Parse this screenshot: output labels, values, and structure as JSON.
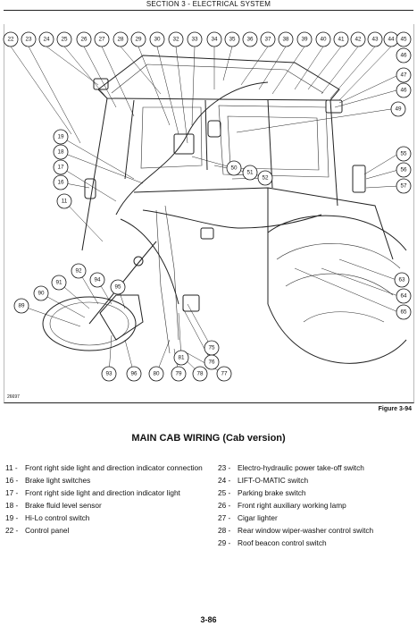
{
  "header": {
    "section_title": "SECTION 3 - ELECTRICAL SYSTEM"
  },
  "figure": {
    "drawing_code": "26697",
    "label": "Figure 3-94",
    "callouts": [
      {
        "id": "c22",
        "label": "22"
      },
      {
        "id": "c23",
        "label": "23"
      },
      {
        "id": "c24",
        "label": "24"
      },
      {
        "id": "c25",
        "label": "25"
      },
      {
        "id": "c26",
        "label": "26"
      },
      {
        "id": "c27",
        "label": "27"
      },
      {
        "id": "c28",
        "label": "28"
      },
      {
        "id": "c29",
        "label": "29"
      },
      {
        "id": "c30",
        "label": "30"
      },
      {
        "id": "c32",
        "label": "32"
      },
      {
        "id": "c33",
        "label": "33"
      },
      {
        "id": "c34",
        "label": "34"
      },
      {
        "id": "c35",
        "label": "35"
      },
      {
        "id": "c36",
        "label": "36"
      },
      {
        "id": "c37",
        "label": "37"
      },
      {
        "id": "c38",
        "label": "38"
      },
      {
        "id": "c39",
        "label": "39"
      },
      {
        "id": "c40",
        "label": "40"
      },
      {
        "id": "c41",
        "label": "41"
      },
      {
        "id": "c42",
        "label": "42"
      },
      {
        "id": "c43",
        "label": "43"
      },
      {
        "id": "c44",
        "label": "44"
      },
      {
        "id": "c45",
        "label": "45"
      },
      {
        "id": "c46a",
        "label": "46"
      },
      {
        "id": "c47",
        "label": "47"
      },
      {
        "id": "c46b",
        "label": "46"
      },
      {
        "id": "c49",
        "label": "49"
      },
      {
        "id": "c19",
        "label": "19"
      },
      {
        "id": "c18",
        "label": "18"
      },
      {
        "id": "c17",
        "label": "17"
      },
      {
        "id": "c16",
        "label": "16"
      },
      {
        "id": "c11",
        "label": "11"
      },
      {
        "id": "c50",
        "label": "50"
      },
      {
        "id": "c51",
        "label": "51"
      },
      {
        "id": "c52",
        "label": "52"
      },
      {
        "id": "c55",
        "label": "55"
      },
      {
        "id": "c56",
        "label": "56"
      },
      {
        "id": "c57",
        "label": "57"
      },
      {
        "id": "c63",
        "label": "63"
      },
      {
        "id": "c64",
        "label": "64"
      },
      {
        "id": "c65",
        "label": "65"
      },
      {
        "id": "c92",
        "label": "92"
      },
      {
        "id": "c91",
        "label": "91"
      },
      {
        "id": "c94",
        "label": "94"
      },
      {
        "id": "c95",
        "label": "95"
      },
      {
        "id": "c90",
        "label": "90"
      },
      {
        "id": "c89",
        "label": "89"
      },
      {
        "id": "c81",
        "label": "81"
      },
      {
        "id": "c75",
        "label": "75"
      },
      {
        "id": "c76",
        "label": "76"
      },
      {
        "id": "c93",
        "label": "93"
      },
      {
        "id": "c96",
        "label": "96"
      },
      {
        "id": "c80",
        "label": "80"
      },
      {
        "id": "c79",
        "label": "79"
      },
      {
        "id": "c78",
        "label": "78"
      },
      {
        "id": "c77",
        "label": "77"
      }
    ]
  },
  "caption": "MAIN CAB WIRING (Cab version)",
  "legend_left": [
    {
      "num": "11 -",
      "text": "Front right side light and direction indicator connection"
    },
    {
      "num": "16 -",
      "text": "Brake light switches"
    },
    {
      "num": "17 -",
      "text": "Front right side light and direction indicator light"
    },
    {
      "num": "18 -",
      "text": "Brake fluid level sensor"
    },
    {
      "num": "19 -",
      "text": "Hi-Lo control switch"
    },
    {
      "num": "22 -",
      "text": "Control panel"
    }
  ],
  "legend_right": [
    {
      "num": "23 -",
      "text": "Electro-hydraulic power take-off switch"
    },
    {
      "num": "24 -",
      "text": "LIFT-O-MATIC switch"
    },
    {
      "num": "25 -",
      "text": "Parking brake switch"
    },
    {
      "num": "26 -",
      "text": "Front right auxiliary working lamp"
    },
    {
      "num": "27 -",
      "text": "Cigar lighter"
    },
    {
      "num": "28 -",
      "text": "Rear window wiper-washer control switch"
    },
    {
      "num": "29 -",
      "text": "Roof beacon control switch"
    }
  ],
  "footer": {
    "page_number": "3-86"
  }
}
